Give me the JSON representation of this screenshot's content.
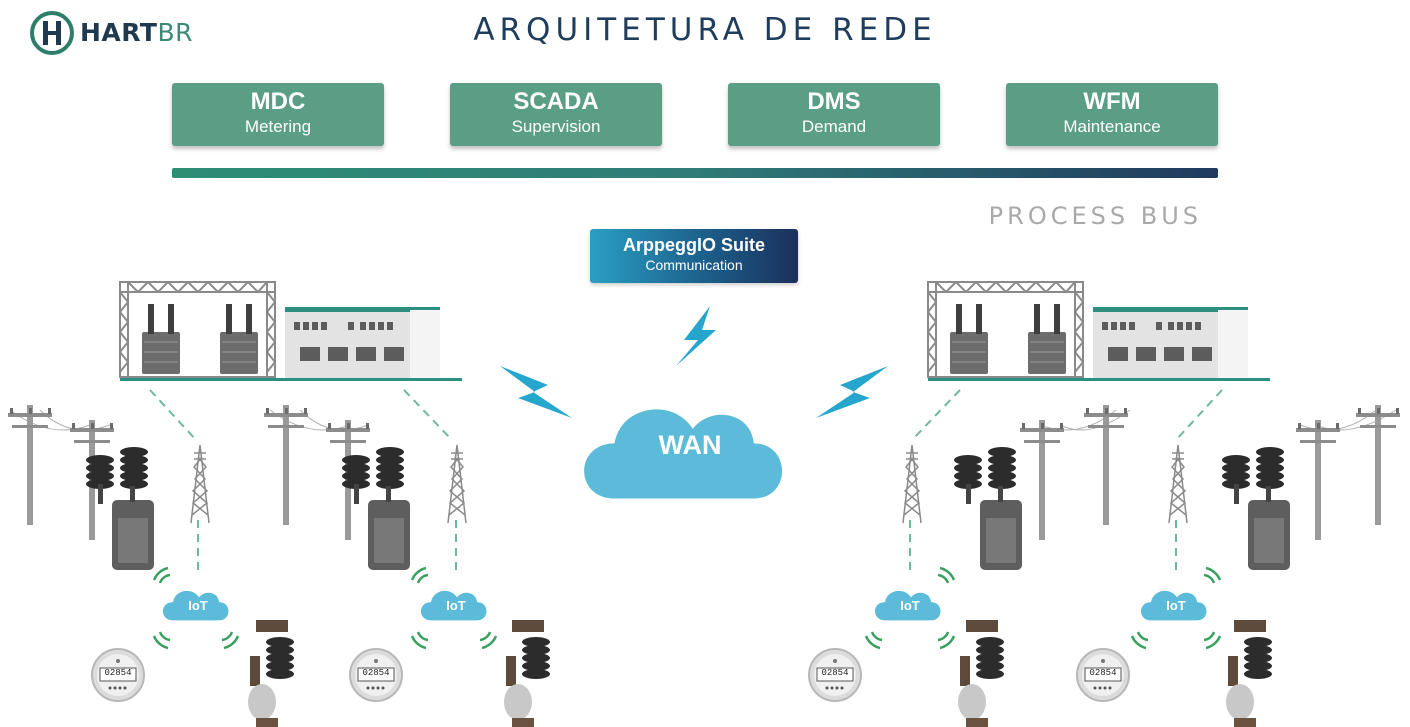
{
  "logo": {
    "text_bold": "HART",
    "text_light": "BR"
  },
  "title": "ARQUITETURA DE REDE",
  "systems": [
    {
      "name": "MDC",
      "desc": "Metering"
    },
    {
      "name": "SCADA",
      "desc": "Supervision"
    },
    {
      "name": "DMS",
      "desc": "Demand"
    },
    {
      "name": "WFM",
      "desc": "Maintenance"
    }
  ],
  "bus_label": "PROCESS BUS",
  "suite": {
    "name": "ArppeggIO Suite",
    "desc": "Communication"
  },
  "wan_label": "WAN",
  "iot_label": "IoT",
  "meter_reading": "02854",
  "colors": {
    "green": "#5a9e86",
    "navy": "#1f3d5c",
    "cloud": "#5bbbd9",
    "bolt": "#26a6cc"
  }
}
